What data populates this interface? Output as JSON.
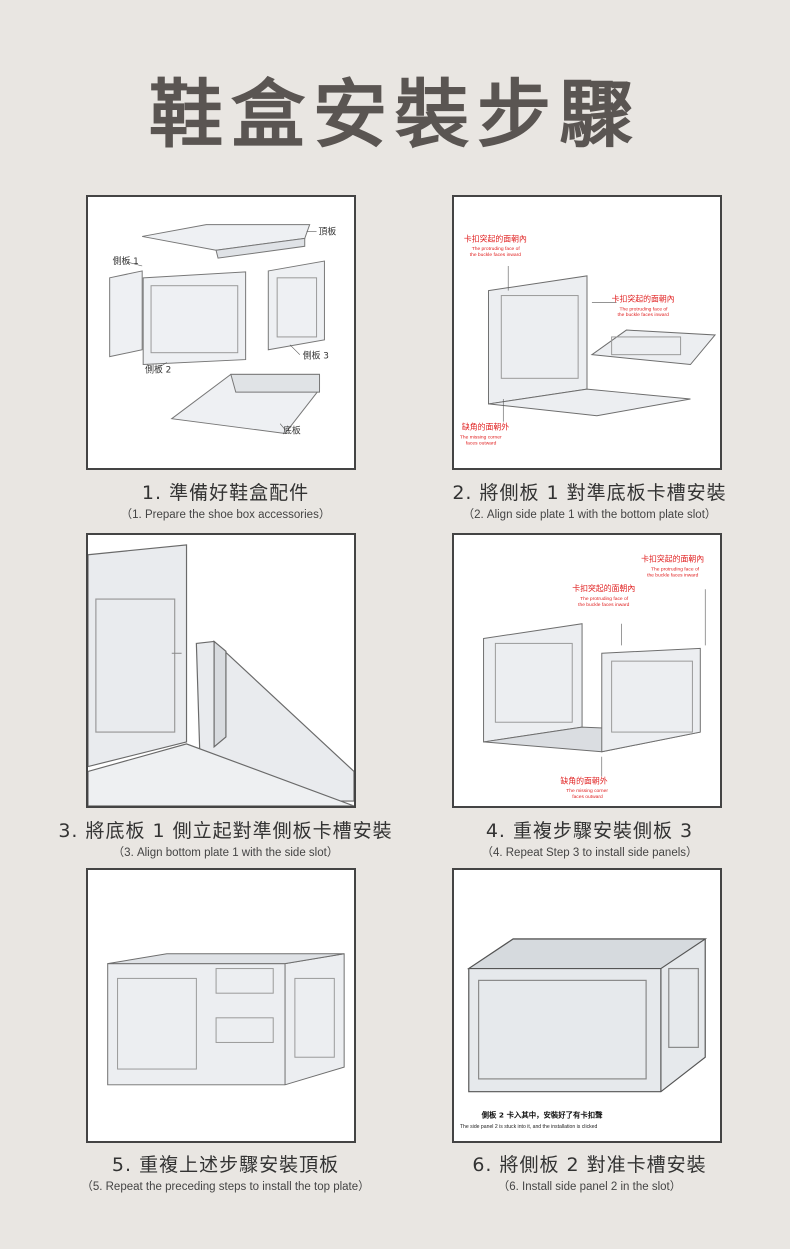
{
  "title": "鞋盒安裝步驟",
  "steps": [
    {
      "cn": "1. 準備好鞋盒配件",
      "en": "（1. Prepare the shoe box accessories）",
      "labels": {
        "top": "頂板",
        "side1": "側板 1",
        "side2": "側板 2",
        "side3": "側板 3",
        "bottom": "底板"
      }
    },
    {
      "cn": "2. 將側板 1 對準底板卡槽安裝",
      "en": "（2. Align side plate 1 with the bottom plate slot）",
      "labels": {
        "a_cn": "卡扣突起的面朝內",
        "a_en1": "The protruding face of",
        "a_en2": "the buckle faces inward",
        "b_cn": "卡扣突起的面朝內",
        "b_en1": "The protruding face of",
        "b_en2": "the buckle faces inward",
        "c_cn": "缺角的面朝外",
        "c_en1": "The missing corner",
        "c_en2": "faces outward"
      }
    },
    {
      "cn": "3. 將底板 1 側立起對準側板卡槽安裝",
      "en": "（3. Align bottom plate 1 with the side slot）"
    },
    {
      "cn": "4. 重複步驟安裝側板 3",
      "en": "（4. Repeat Step 3 to install side panels）",
      "labels": {
        "a_cn": "卡扣突起的面朝內",
        "a_en1": "The protruding face of",
        "a_en2": "the buckle faces inward",
        "b_cn": "卡扣突起的面朝內",
        "b_en1": "The protruding face of",
        "b_en2": "the buckle faces inward",
        "c_cn": "缺角的面朝外",
        "c_en1": "The missing corner",
        "c_en2": "faces outward"
      }
    },
    {
      "cn": "5. 重複上述步驟安裝頂板",
      "en": "（5. Repeat the preceding steps to install the top plate）"
    },
    {
      "cn": "6. 將側板 2 對准卡槽安裝",
      "en": "（6. Install side panel 2 in the slot）",
      "labels": {
        "note_cn": "側板 2 卡入其中，安裝好了有卡扣聲",
        "note_en": "The side panel 2 is stuck into it, and the installation is clicked"
      }
    }
  ]
}
